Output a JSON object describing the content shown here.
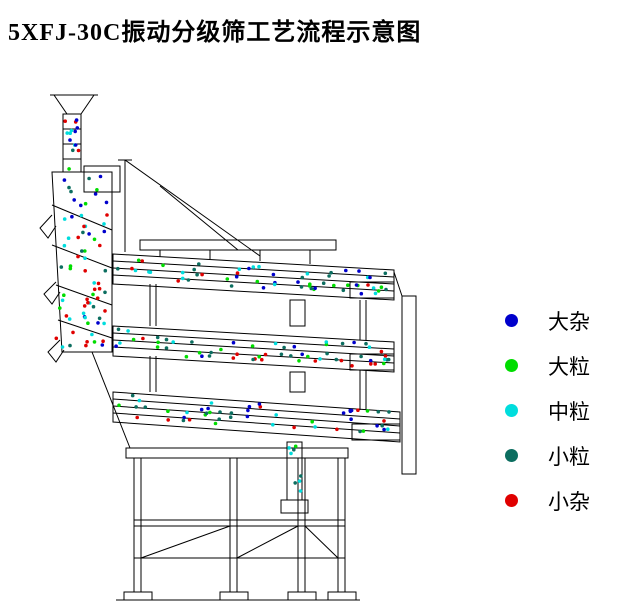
{
  "title": "5XFJ-30C振动分级筛工艺流程示意图",
  "legend": {
    "items": [
      {
        "label": "大杂",
        "color": "#0000cc"
      },
      {
        "label": "大粒",
        "color": "#00dd00"
      },
      {
        "label": "中粒",
        "color": "#00dddd"
      },
      {
        "label": "小粒",
        "color": "#0c6e60"
      },
      {
        "label": "小杂",
        "color": "#e00000"
      }
    ]
  },
  "diagram": {
    "line_color": "#000000",
    "background": "#ffffff",
    "description": "5XFJ-30C vibrating grading screen process flow schematic with three inclined screen decks, feed hopper and support frame"
  }
}
